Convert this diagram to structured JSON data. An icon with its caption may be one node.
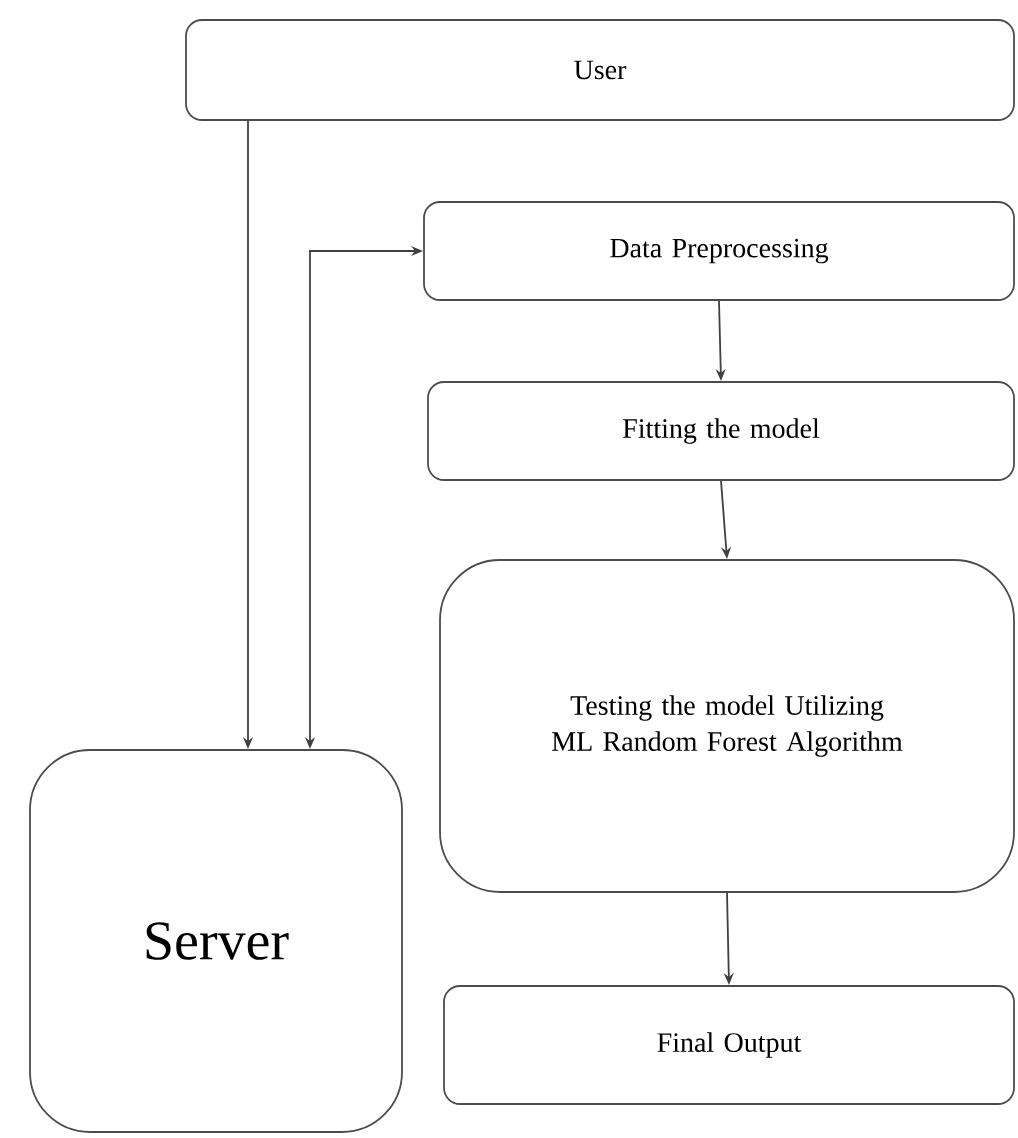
{
  "diagram": {
    "nodes": [
      {
        "text": [
          "User"
        ]
      },
      {
        "text": [
          "Data Preprocessing"
        ]
      },
      {
        "text": [
          "Fitting the model"
        ]
      },
      {
        "text": [
          "Testing the model Utilizing ML Random Forest Algorithm"
        ]
      },
      {
        "text": [
          "Final Output"
        ]
      },
      {
        "text": [
          "Server"
        ]
      }
    ],
    "edges": [
      {
        "from": 0,
        "to": 5,
        "arrow": "to"
      },
      {
        "from": 5,
        "to": 1,
        "arrow": "both"
      },
      {
        "from": 1,
        "to": 2,
        "arrow": "to"
      },
      {
        "from": 2,
        "to": 3,
        "arrow": "to"
      },
      {
        "from": 3,
        "to": 4,
        "arrow": "to"
      }
    ]
  }
}
